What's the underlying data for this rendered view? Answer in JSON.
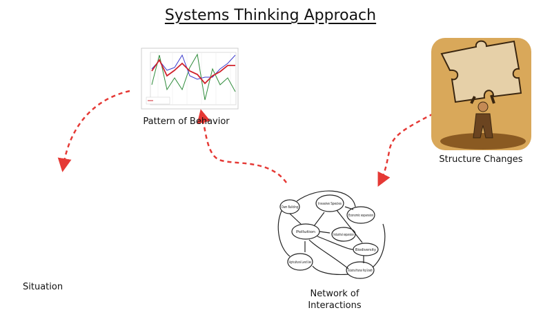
{
  "title": "Systems Thinking Approach",
  "labels": {
    "pattern": "Pattern of Behavior",
    "structure": "Structure Changes",
    "network_line1": "Network of",
    "network_line2": "Interactions",
    "situation": "Situation"
  },
  "network_nodes": [
    "Dam Building",
    "Invasive Species",
    "Economic expansion",
    "Pollution",
    "Industrial expansion",
    "Biodiversity",
    "Agricultural Land Use",
    "Industrial Human Pop Growth"
  ],
  "colors": {
    "arrow": "#e53935",
    "chart_red": "#d0202a",
    "chart_blue": "#3a3acc",
    "chart_green": "#2e8b3a",
    "puzzle_bg": "#d9a85a"
  }
}
